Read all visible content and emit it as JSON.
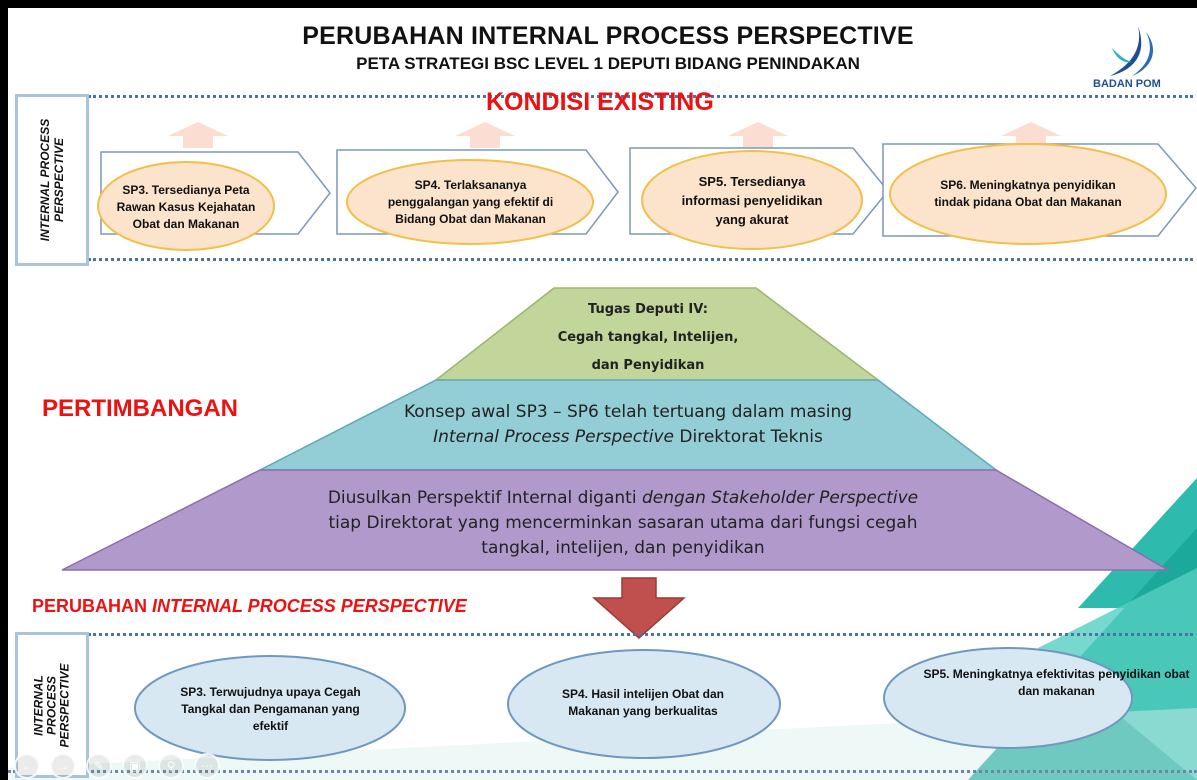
{
  "header": {
    "title": "PERUBAHAN INTERNAL PROCESS PERSPECTIVE",
    "subtitle": "PETA STRATEGI BSC LEVEL 1 DEPUTI BIDANG PENINDAKAN",
    "logo_text": "BADAN POM"
  },
  "existing": {
    "heading": "KONDISI EXISTING",
    "side_label_line1": "INTERNAL PROCESS",
    "side_label_line2": "PERSPECTIVE",
    "items": [
      {
        "label": "SP3. Tersedianya Peta Rawan Kasus Kejahatan Obat dan Makanan"
      },
      {
        "label": "SP4. Terlaksananya penggalangan yang efektif di Bidang Obat dan Makanan"
      },
      {
        "label": "SP5. Tersedianya informasi penyelidikan yang akurat"
      },
      {
        "label": "SP6. Meningkatnya penyidikan tindak pidana Obat dan Makanan"
      }
    ]
  },
  "pertimbangan": {
    "heading": "PERTIMBANGAN",
    "top": {
      "line1": "Tugas Deputi IV:",
      "line2": "Cegah tangkal, Intelijen,",
      "line3": "dan Penyidikan"
    },
    "middle": {
      "line1": "Konsep awal SP3 – SP6 telah tertuang dalam masing",
      "line2_italic": "Internal Process Perspective",
      "line2_rest": " Direktorat Teknis"
    },
    "bottom": {
      "line1_start": "Diusulkan Perspektif Internal diganti ",
      "line1_italic": "dengan Stakeholder Perspective",
      "line2": "tiap Direktorat yang mencerminkan sasaran utama dari fungsi cegah",
      "line3": "tangkal, intelijen, dan penyidikan"
    }
  },
  "perubahan": {
    "heading_start": "PERUBAHAN ",
    "heading_italic": "INTERNAL PROCESS PERSPECTIVE",
    "side_label_line1": "INTERNAL",
    "side_label_line2": "PROCESS",
    "side_label_line3": "PERSPECTIVE",
    "items": [
      {
        "label": "SP3. Terwujudnya upaya Cegah Tangkal dan Pengamanan yang efektif"
      },
      {
        "label": "SP4. Hasil intelijen Obat dan Makanan yang berkualitas"
      },
      {
        "label": "SP5. Meningkatnya efektivitas penyidikan obat dan makanan"
      }
    ]
  },
  "colors": {
    "accent_red": "#ee1111",
    "existing_ellipse": "#fbe3cc",
    "existing_ellipse_border": "#f2c04a",
    "new_ellipse": "#d7e8f3",
    "new_ellipse_border": "#6f98c0",
    "tri_top": "#c2d69b",
    "tri_mid": "#93cdd6",
    "tri_bottom": "#b199cc",
    "teal_deco": "#23b7a9"
  },
  "toolbar": {
    "icons": [
      "prev-icon",
      "next-icon",
      "pen-icon",
      "slides-icon",
      "zoom-icon",
      "more-icon"
    ]
  }
}
